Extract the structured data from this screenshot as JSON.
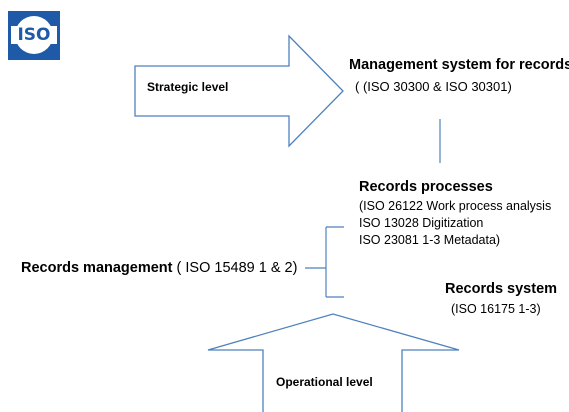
{
  "logo": {
    "text": "ISO",
    "color": "#1e5aa8"
  },
  "strategic_arrow": {
    "label": "Strategic level"
  },
  "management_system": {
    "title": "Management system for records",
    "standards": "( (ISO 30300 & ISO 30301)"
  },
  "records_processes": {
    "title": "Records processes",
    "lines": [
      "(ISO 26122 Work process analysis",
      "ISO 13028 Digitization",
      "ISO 23081 1-3 Metadata)"
    ]
  },
  "records_management": {
    "title": "Records management",
    "standards": "( ISO 15489 1 & 2)"
  },
  "records_system": {
    "title": "Records system",
    "standards": "(ISO 16175 1-3)"
  },
  "operational_arrow": {
    "label": "Operational level"
  },
  "colors": {
    "line": "#4f81bd",
    "logo_blue": "#1e5aa8"
  }
}
